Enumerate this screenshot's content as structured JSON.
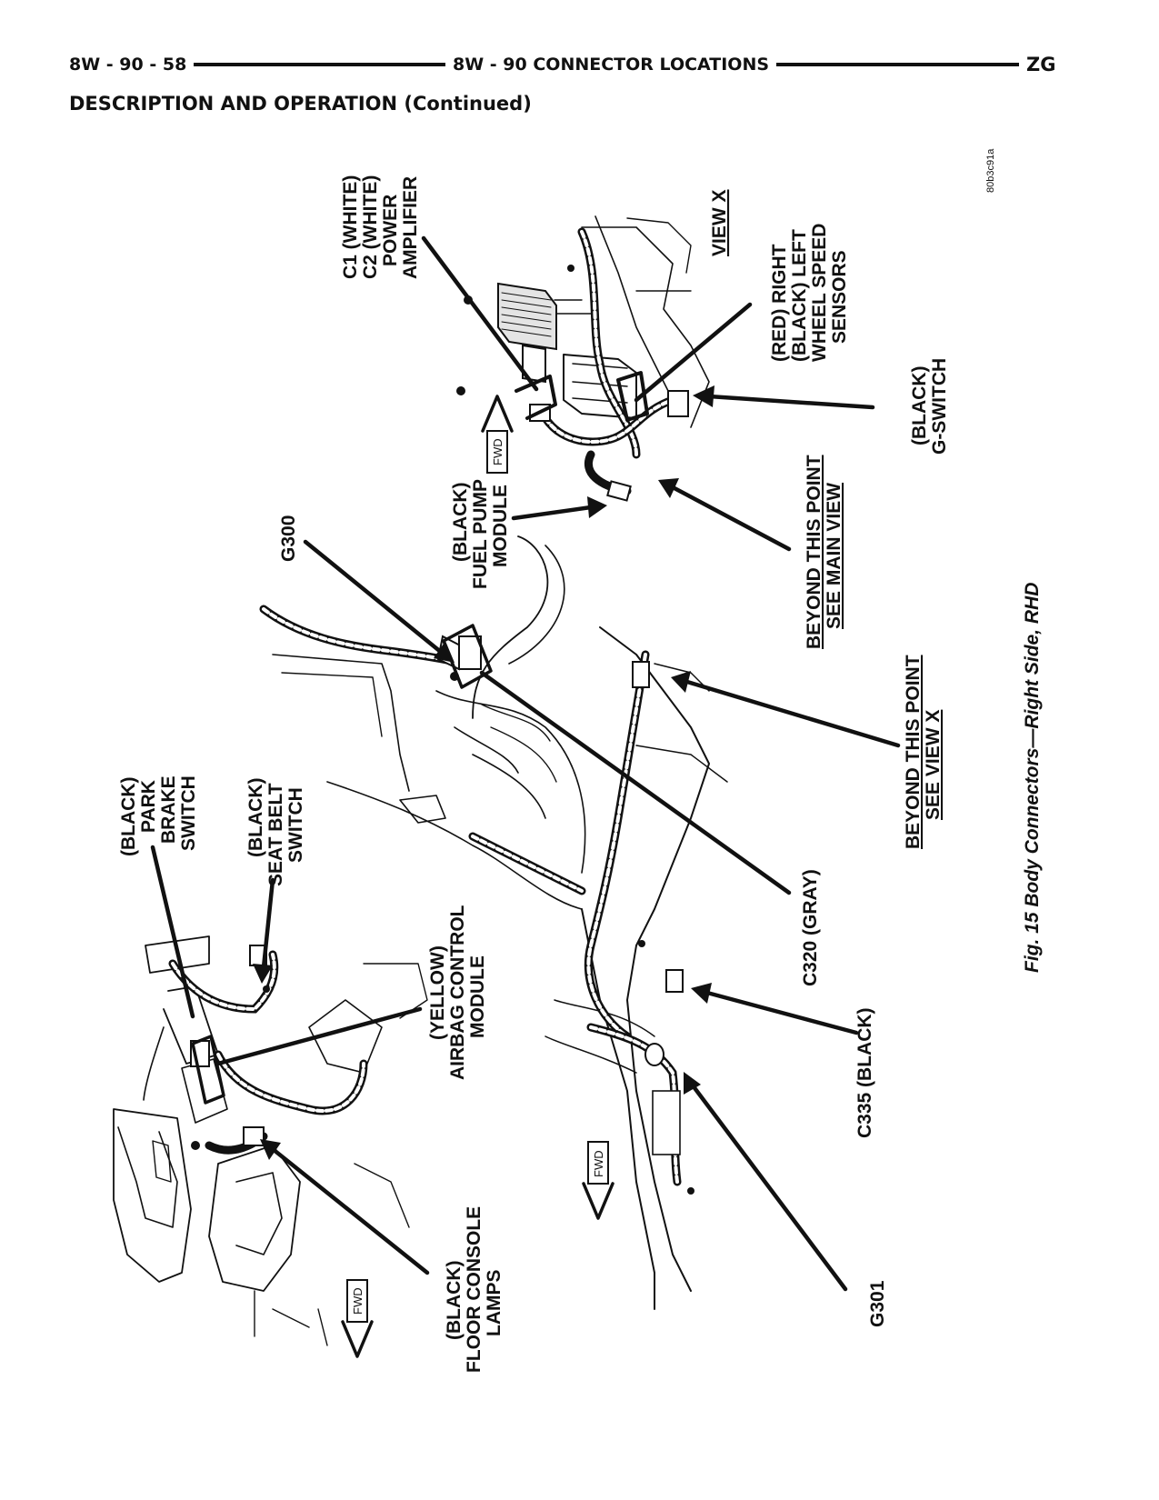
{
  "header": {
    "page_number": "8W - 90 - 58",
    "title": "8W - 90 CONNECTOR LOCATIONS",
    "code": "ZG"
  },
  "section": {
    "title": "DESCRIPTION AND OPERATION (Continued)"
  },
  "figure": {
    "image_code": "80b3c91a",
    "caption": "Fig. 15 Body Connectors—Right Side, RHD",
    "fwd_label": "FWD",
    "view_title": "VIEW X",
    "labels": {
      "power_amplifier": [
        "C1 (WHITE)",
        "C2 (WHITE)",
        "POWER",
        "AMPLIFIER"
      ],
      "fuel_pump_module": [
        "(BLACK)",
        "FUEL PUMP",
        "MODULE"
      ],
      "wheel_speed_sensors": [
        "(RED) RIGHT",
        "(BLACK) LEFT",
        "WHEEL SPEED",
        "SENSORS"
      ],
      "g_switch": [
        "(BLACK)",
        "G-SWITCH"
      ],
      "beyond_main_view": [
        "BEYOND THIS POINT",
        "SEE MAIN VIEW"
      ],
      "beyond_view_x": [
        "BEYOND THIS POINT",
        "SEE VIEW X"
      ],
      "g300": "G300",
      "park_brake_switch": [
        "(BLACK)",
        "PARK",
        "BRAKE",
        "SWITCH"
      ],
      "seat_belt_switch": [
        "(BLACK)",
        "SEAT BELT",
        "SWITCH"
      ],
      "airbag_control_module": [
        "(YELLOW)",
        "AIRBAG CONTROL",
        "MODULE"
      ],
      "c320": "C320 (GRAY)",
      "c335": "C335 (BLACK)",
      "floor_console_lamps": [
        "(BLACK)",
        "FLOOR CONSOLE",
        "LAMPS"
      ],
      "g301": "G301"
    }
  }
}
